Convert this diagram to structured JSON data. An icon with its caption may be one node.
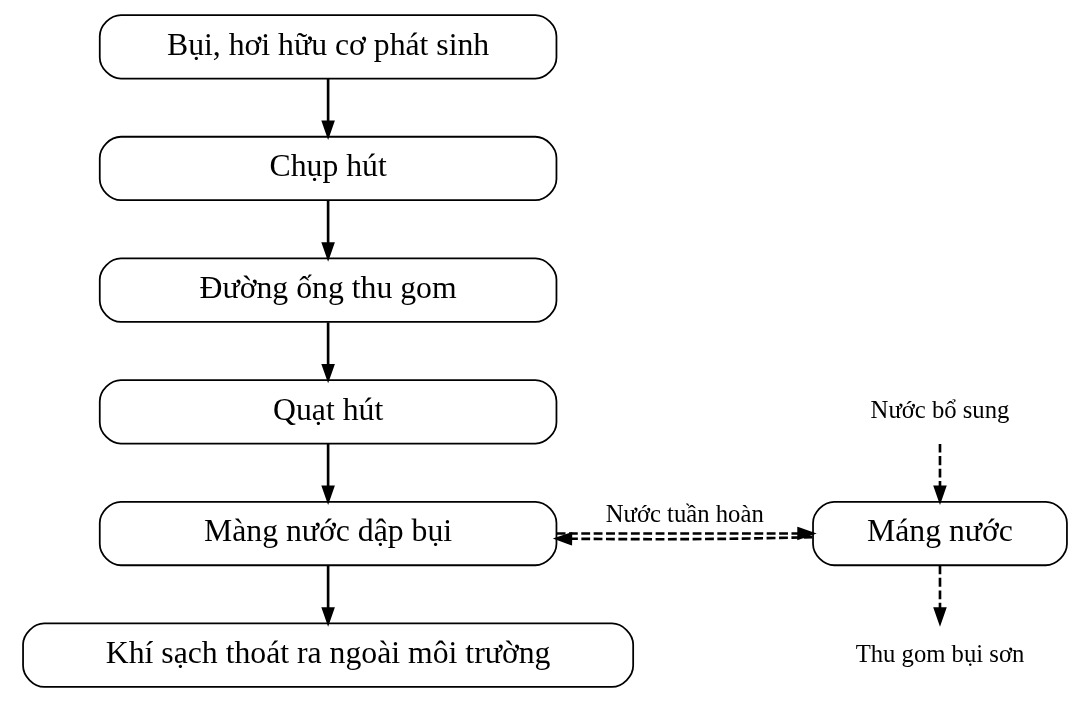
{
  "diagram": {
    "nodes": [
      {
        "text": [
          "Bụi, hơi hữu cơ phát sinh"
        ]
      },
      {
        "text": [
          "Chụp hút"
        ]
      },
      {
        "text": [
          "Đường ống thu gom"
        ]
      },
      {
        "text": [
          "Quạt hút"
        ]
      },
      {
        "text": [
          "Màng nước dập bụi"
        ]
      },
      {
        "text": [
          "Máng nước"
        ]
      },
      {
        "text": [
          "Khí sạch thoát ra ngoài môi trường"
        ]
      },
      {
        "text": [
          "Nước bổ sung"
        ]
      },
      {
        "text": [
          "Thu gom bụi sơn"
        ]
      }
    ],
    "edges": [
      {
        "from": 0,
        "to": 1,
        "arrow": "to"
      },
      {
        "from": 1,
        "to": 2,
        "arrow": "to"
      },
      {
        "from": 2,
        "to": 3,
        "arrow": "to"
      },
      {
        "from": 3,
        "to": 4,
        "arrow": "to"
      },
      {
        "from": 4,
        "to": 5,
        "arrow": "to",
        "style": "dashed",
        "label": "Nước tuần hoàn"
      },
      {
        "from": 5,
        "to": 4,
        "arrow": "to",
        "style": "dashed"
      },
      {
        "from": 7,
        "to": 5,
        "arrow": "to",
        "style": "dashed"
      },
      {
        "from": 5,
        "to": 8,
        "arrow": "to",
        "style": "dashed"
      },
      {
        "from": 4,
        "to": 6,
        "arrow": "to"
      }
    ]
  }
}
